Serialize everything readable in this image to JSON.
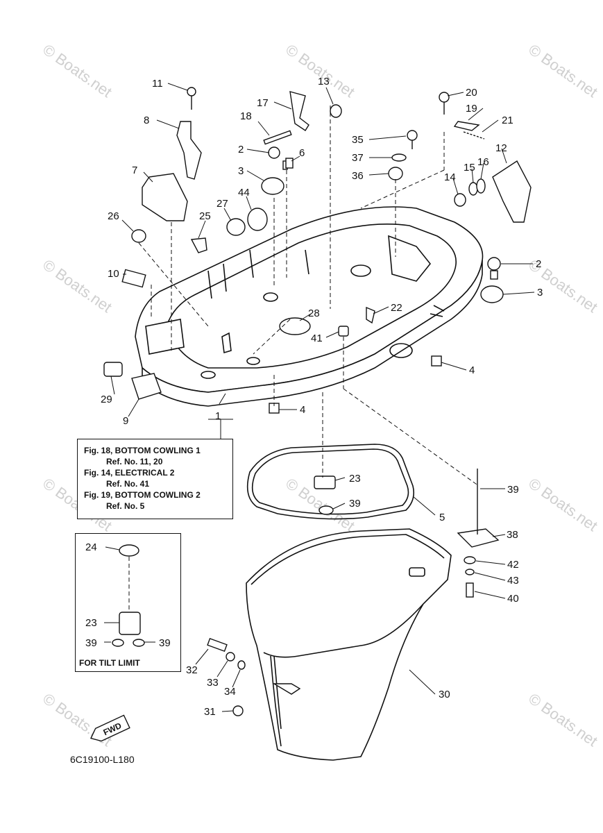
{
  "part_numbers": [
    "1",
    "2",
    "3",
    "4",
    "5",
    "6",
    "7",
    "8",
    "9",
    "10",
    "11",
    "12",
    "13",
    "14",
    "15",
    "16",
    "17",
    "18",
    "19",
    "20",
    "21",
    "22",
    "23",
    "24",
    "25",
    "26",
    "27",
    "28",
    "29",
    "30",
    "31",
    "32",
    "33",
    "34",
    "35",
    "36",
    "37",
    "38",
    "39",
    "40",
    "41",
    "42",
    "43",
    "44"
  ],
  "reference_box": {
    "lines": [
      "Fig. 18, BOTTOM COWLING 1",
      "Ref. No. 11, 20",
      "Fig. 14, ELECTRICAL 2",
      "Ref. No. 41",
      "Fig. 19, BOTTOM COWLING 2",
      "Ref. No. 5"
    ]
  },
  "tilt_limit_caption": "FOR TILT LIMIT",
  "fwd_arrow_label": "FWD",
  "diagram_code": "6C19100-L180",
  "watermark": "© Boats.net",
  "label_repeats": {
    "label_2_second": "2",
    "label_3_second": "3",
    "label_4_second": "4",
    "label_23_second": "23",
    "label_39_second": "39",
    "label_39_third": "39",
    "label_39_fourth": "39"
  }
}
